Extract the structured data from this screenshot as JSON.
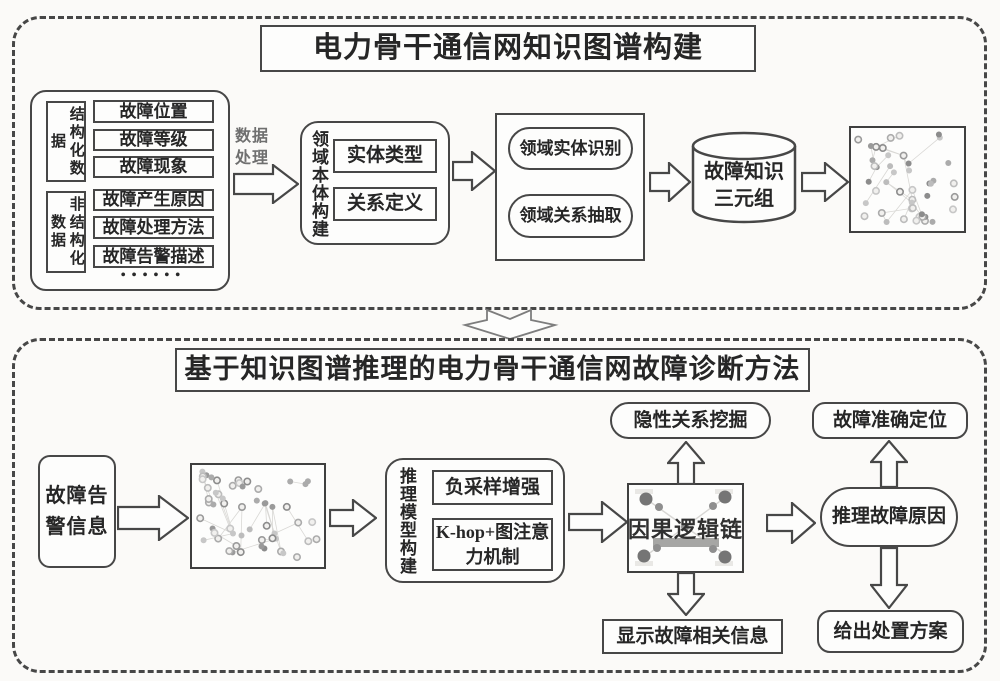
{
  "top_panel": {
    "title": "电力骨干通信网知识图谱构建",
    "source": {
      "structured": "结构化数据",
      "unstructured": "非结构化数据",
      "items": [
        "故障位置",
        "故障等级",
        "故障现象",
        "故障产生原因",
        "故障处理方法",
        "故障告警描述"
      ],
      "ellipsis": "••••••"
    },
    "data_process": "数据处理",
    "ontology": {
      "label": "领域本体构建",
      "entity_type": "实体类型",
      "relation_def": "关系定义"
    },
    "extraction": {
      "entity_recognition": "领域实体识别",
      "relation_extraction": "领域关系抽取"
    },
    "triples": {
      "line1": "故障知识",
      "line2": "三元组"
    }
  },
  "bottom_panel": {
    "title": "基于知识图谱推理的电力骨干通信网故障诊断方法",
    "alarm": "故障告警信息",
    "model": {
      "label": "推理模型构建",
      "neg_sampling": "负采样增强",
      "khop": "K-hop+图注意力机制"
    },
    "causal_chain": "因果逻辑链",
    "implicit_mining": "隐性关系挖掘",
    "show_fault_info": "显示故障相关信息",
    "fault_locate": "故障准确定位",
    "infer_cause": "推理故障原因",
    "give_solution": "给出处置方案"
  },
  "colors": {
    "line": "#474747",
    "text": "#262626",
    "muted_text": "#6f6f6f",
    "background": "#fbfaf8"
  }
}
